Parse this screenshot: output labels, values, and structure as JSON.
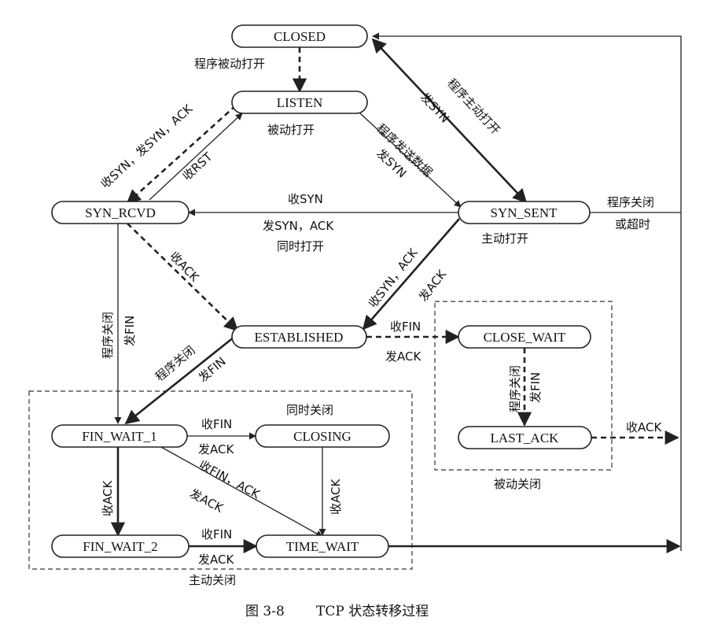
{
  "states": {
    "closed": "CLOSED",
    "listen": "LISTEN",
    "syn_rcvd": "SYN_RCVD",
    "syn_sent": "SYN_SENT",
    "established": "ESTABLISHED",
    "close_wait": "CLOSE_WAIT",
    "last_ack": "LAST_ACK",
    "fin_wait_1": "FIN_WAIT_1",
    "closing": "CLOSING",
    "fin_wait_2": "FIN_WAIT_2",
    "time_wait": "TIME_WAIT"
  },
  "labels": {
    "passive_open_app": "程序被动打开",
    "passive_open": "被动打开",
    "recv_syn_send_syn_ack": "收SYN，发SYN，ACK",
    "recv_rst": "收RST",
    "app_send_data": "程序发送数据",
    "send_syn": "发SYN",
    "app_active_open": "程序主动打开",
    "send_syn_2": "发SYN",
    "recv_syn": "收SYN",
    "send_syn_ack": "发SYN，ACK",
    "simultaneous_open": "同时打开",
    "active_open": "主动打开",
    "app_close": "程序关闭",
    "or_timeout": "或超时",
    "recv_ack": "收ACK",
    "recv_syn_ack": "收SYN，ACK",
    "send_ack": "发ACK",
    "app_close_left": "程序关闭",
    "send_fin_left": "发FIN",
    "app_close_mid": "程序关闭",
    "send_fin_mid": "发FIN",
    "recv_fin_est": "收FIN",
    "send_ack_est": "发ACK",
    "app_close_cw": "程序关闭",
    "send_fin_cw": "发FIN",
    "recv_ack_last": "收ACK",
    "passive_close": "被动关闭",
    "simultaneous_close": "同时关闭",
    "recv_fin_fw1": "收FIN",
    "send_ack_fw1": "发ACK",
    "recv_fin_ack": "收FIN，ACK",
    "send_ack_diag": "发ACK",
    "recv_ack_fw1": "收ACK",
    "recv_ack_closing": "收ACK",
    "recv_fin_fw2": "收FIN",
    "send_ack_fw2": "发ACK",
    "active_close": "主动关闭"
  },
  "caption": {
    "figure_no": "图 3-8",
    "title": "TCP 状态转移过程"
  }
}
